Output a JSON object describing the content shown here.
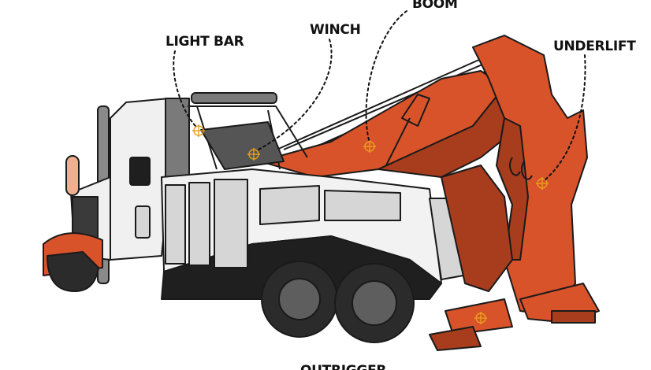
{
  "callouts": {
    "light_bar": "LIGHT BAR",
    "winch": "WINCH",
    "boom": "BOOM",
    "underlift": "UNDERLIFT",
    "outrigger": "OUTRIGGER"
  },
  "colors": {
    "accent_orange": "#d9532a",
    "dark_orange": "#a83d1e",
    "body_white": "#f2f2f2",
    "panel_gray": "#d6d6d6",
    "tire_black": "#2b2b2b",
    "target_marker": "#e8a020"
  }
}
